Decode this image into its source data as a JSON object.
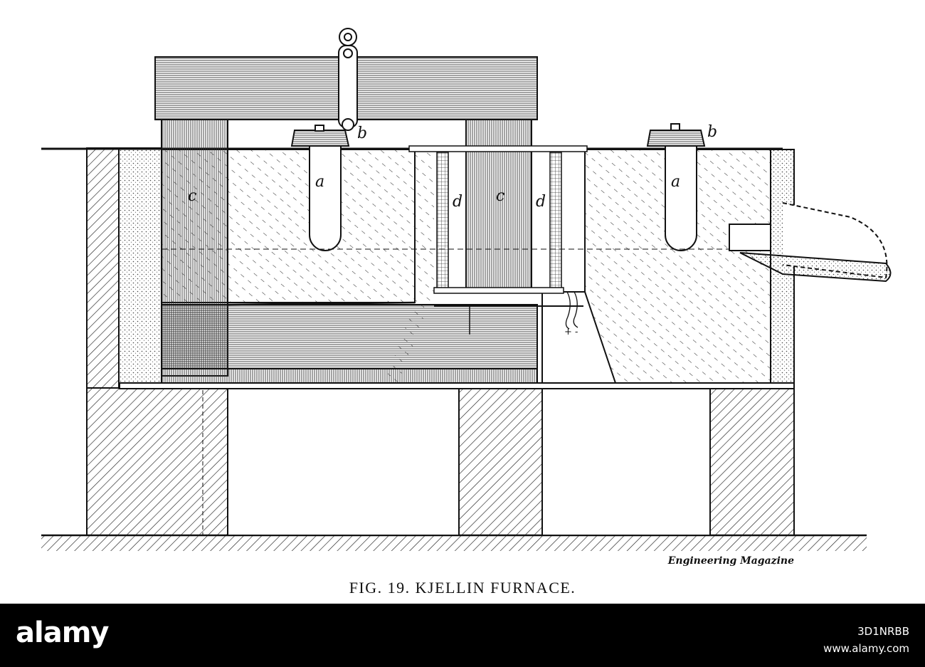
{
  "figure": {
    "caption": "FIG. 19.  KJELLIN FURNACE.",
    "credit": "Engineering Magazine",
    "labels": {
      "a_left": "a",
      "a_right": "a",
      "b_left": "b",
      "b_right": "b",
      "c_left": "c",
      "c_center": "c",
      "d_left": "d",
      "d_right": "d",
      "polarity": "+ -"
    }
  },
  "stock": {
    "logo": "alamy",
    "image_id": "3D1NRBB",
    "url": "www.alamy.com"
  }
}
